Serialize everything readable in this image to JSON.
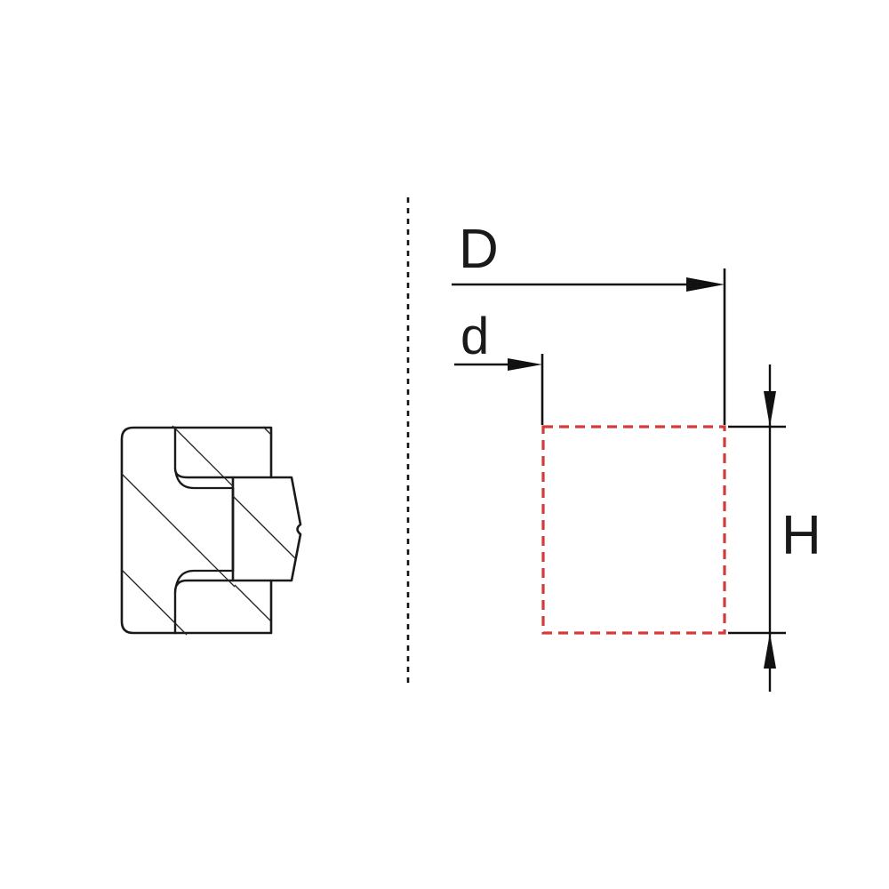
{
  "diagram": {
    "type": "technical-drawing",
    "description": "Cross-section of a seal/bushing part with dimension schematic",
    "labels": {
      "outer_diameter": "D",
      "inner_diameter": "d",
      "height": "H"
    },
    "colors": {
      "line": "#1a1a1a",
      "hatch": "#222222",
      "outline_dashed": "#d33a3a",
      "background": "#ffffff"
    },
    "elements": {
      "cross_section": "Hatched profile of seal housing with insert",
      "centerline": "Vertical dashed axis line",
      "dimension_box": "Red dashed rectangle representing seal envelope"
    }
  }
}
